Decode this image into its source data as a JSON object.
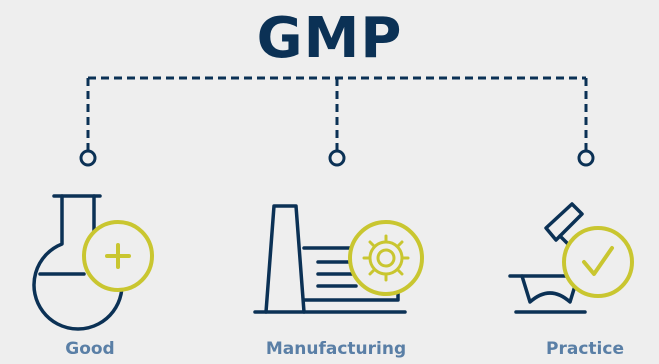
{
  "diagram": {
    "title": "GMP",
    "items": [
      {
        "label": "Good",
        "icon": "flask-plus-icon"
      },
      {
        "label": "Manufacturing",
        "icon": "factory-gear-icon"
      },
      {
        "label": "Practice",
        "icon": "microscope-check-icon"
      }
    ]
  },
  "colors": {
    "navy": "#0b3155",
    "accent": "#c9c630",
    "label": "#5a7fa6",
    "background": "#eeeeee"
  }
}
